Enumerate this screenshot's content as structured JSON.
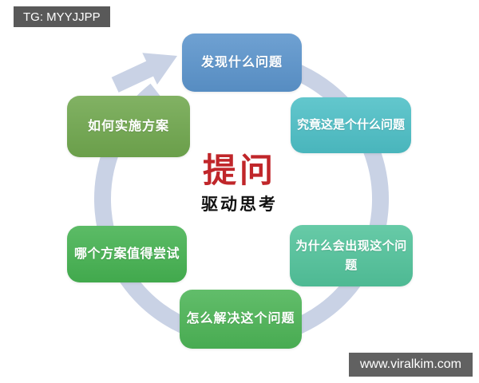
{
  "badges": {
    "telegram": "TG: MYYJJPP",
    "website": "www.viralkim.com",
    "background": "#5c5c5c"
  },
  "center": {
    "title": "提问",
    "subtitle": "驱动思考",
    "title_color": "#c0262a"
  },
  "diagram": {
    "type": "cycle",
    "direction": "clockwise",
    "ring_color": "#c9d2e5",
    "nodes": [
      {
        "id": "discover",
        "label": "发现什么问题",
        "color": "#5b94cc"
      },
      {
        "id": "define",
        "label": "究竟这是个什么问题",
        "color": "#4dbfc6"
      },
      {
        "id": "why",
        "label": "为什么会出现这个问题",
        "color": "#52c39b"
      },
      {
        "id": "solve",
        "label": "怎么解决这个问题",
        "color": "#4cb456"
      },
      {
        "id": "evaluate",
        "label": "哪个方案值得尝试",
        "color": "#45b251"
      },
      {
        "id": "implement",
        "label": "如何实施方案",
        "color": "#70a74e"
      }
    ]
  }
}
